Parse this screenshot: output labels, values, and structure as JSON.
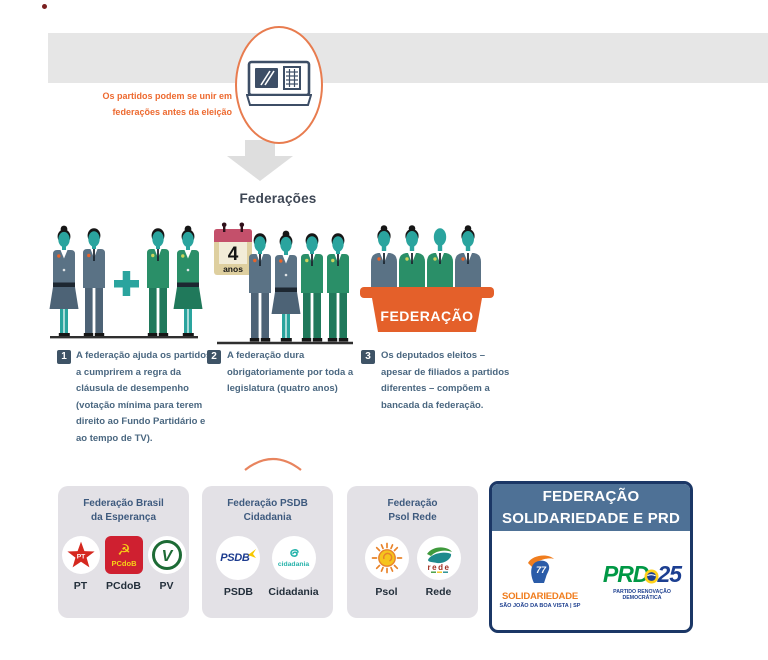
{
  "banner": {
    "caption_line1": "Os partidos podem se unir em",
    "caption_line2": "federações antes da eleição"
  },
  "section": {
    "title": "Federações"
  },
  "illustrations": {
    "calendar": {
      "number": "4",
      "unit": "anos"
    },
    "desk_label": "FEDERAÇÃO"
  },
  "steps": [
    {
      "number": "1",
      "text": "A federação ajuda os partidos a cumprirem a regra da cláusula de desempenho (votação mínima para terem direito ao Fundo Partidário e ao tempo de TV)."
    },
    {
      "number": "2",
      "text": "A federação dura obrigatoriamente por toda a legislatura (quatro anos)"
    },
    {
      "number": "3",
      "text": "Os deputados eleitos – apesar de filiados a partidos diferentes – compõem a bancada da federação."
    }
  ],
  "federation_cards": [
    {
      "title_line1": "Federação Brasil",
      "title_line2": "da Esperança",
      "parties": [
        {
          "name": "PT",
          "logo_text": "PT"
        },
        {
          "name": "PCdoB",
          "logo_text": "PCdoB"
        },
        {
          "name": "PV",
          "logo_text": "V"
        }
      ]
    },
    {
      "title_line1": "Federação PSDB",
      "title_line2": "Cidadania",
      "parties": [
        {
          "name": "PSDB",
          "logo_text": "PSDB"
        },
        {
          "name": "Cidadania",
          "logo_text": "cidadania"
        }
      ]
    },
    {
      "title_line1": "Federação",
      "title_line2": "Psol Rede",
      "parties": [
        {
          "name": "Psol",
          "logo_text": ""
        },
        {
          "name": "Rede",
          "logo_text": "rede"
        }
      ]
    }
  ],
  "solidariedade_prd_card": {
    "header_line1": "FEDERAÇÃO",
    "header_line2": "SOLIDARIEDADE E PRD",
    "solidariedade": {
      "number": "77",
      "name": "SOLIDARIEDADE",
      "subtitle": "SÃO JOÃO DA BOA VISTA | SP"
    },
    "prd": {
      "name": "PRD",
      "number": "25",
      "subtitle": "PARTIDO RENOVAÇÃO DEMOCRÁTICA"
    }
  },
  "colors": {
    "accent_orange": "#e8632a",
    "teal": "#2aa49e",
    "suit_blue": "#5a7285",
    "suit_green": "#2a8f68",
    "navy_icon": "#3d4e66",
    "card_bg": "#e3e1e6",
    "card4_border": "#1b3766",
    "card4_header": "#4e7196",
    "desk_orange": "#e4602a"
  }
}
